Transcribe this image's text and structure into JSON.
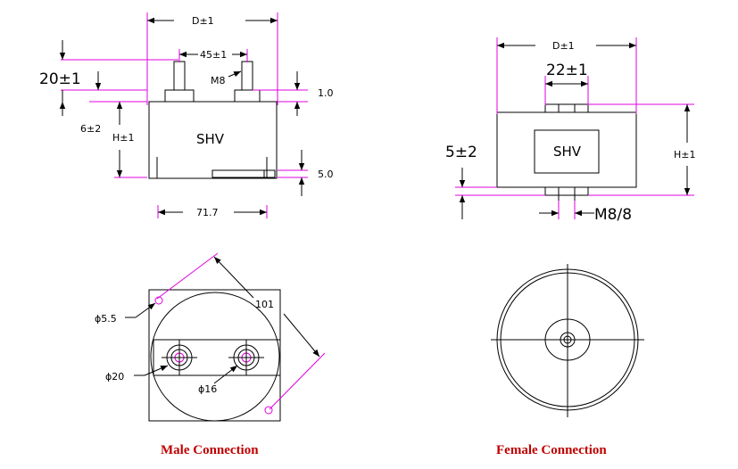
{
  "male": {
    "side": {
      "dim_D": "D±1",
      "dim_45": "45±1",
      "dim_M8": "M8",
      "dim_20": "20±1",
      "dim_1_0": "1.0",
      "dim_6": "6±2",
      "dim_H": "H±1",
      "body_label": "SHV",
      "dim_5_0": "5.0",
      "dim_71_7": "71.7"
    },
    "top": {
      "dim_101": "101",
      "dim_phi55": "ϕ5.5",
      "dim_phi20": "ϕ20",
      "dim_phi16": "ϕ16"
    },
    "caption": "Male Connection"
  },
  "female": {
    "side": {
      "dim_D": "D±1",
      "dim_22": "22±1",
      "dim_5": "5±2",
      "body_label": "SHV",
      "dim_H": "H±1",
      "dim_M8": "M8/8"
    },
    "caption": "Female Connection"
  },
  "colors": {
    "ink": "#000000",
    "dimension": "#e000e0",
    "caption": "#c00000"
  }
}
